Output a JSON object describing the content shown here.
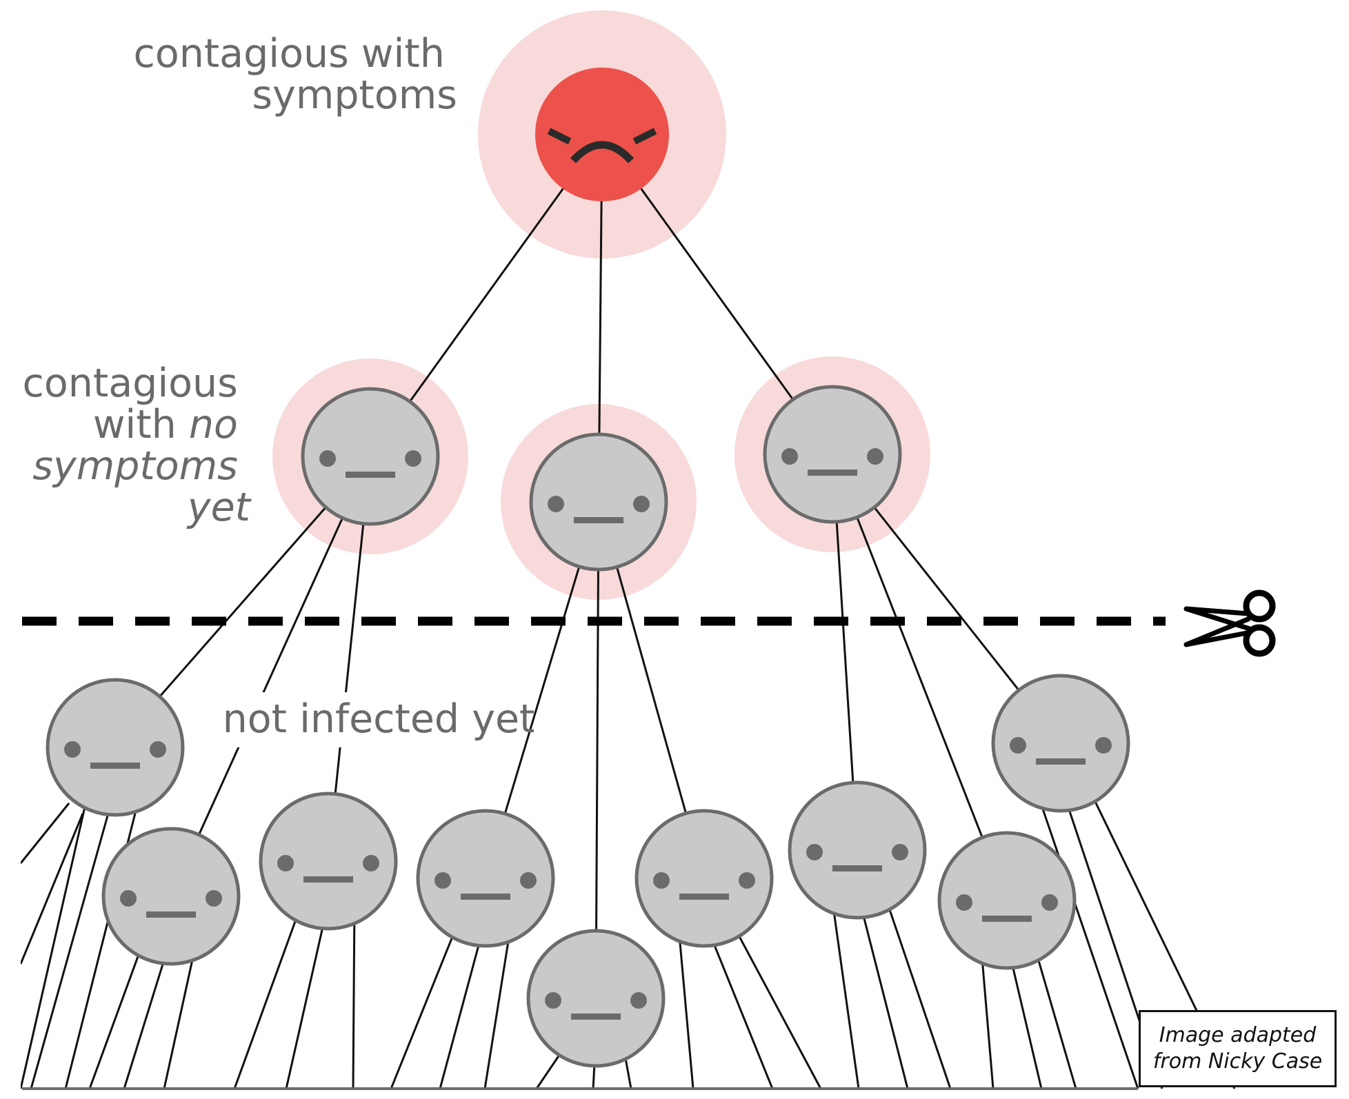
{
  "labels": {
    "top": [
      "contagious with",
      "symptoms"
    ],
    "middle": {
      "line1": "contagious",
      "line2_normal": "with ",
      "line2_italic": "no",
      "line3": "symptoms",
      "line4": "yet"
    },
    "bottom": "not infected yet"
  },
  "credit": {
    "line1": "Image adapted",
    "line2": "from Nicky Case"
  },
  "icons": {
    "cut": "scissors-icon",
    "sick_face": "sad-face-icon",
    "neutral_face": "neutral-face-icon"
  },
  "colors": {
    "sick": "#ec524b",
    "halo": "#f8dada",
    "neutral_fill": "#c9c9c9",
    "neutral_stroke": "#6b6b6b",
    "line": "#111111",
    "label": "#6a6a6a"
  }
}
